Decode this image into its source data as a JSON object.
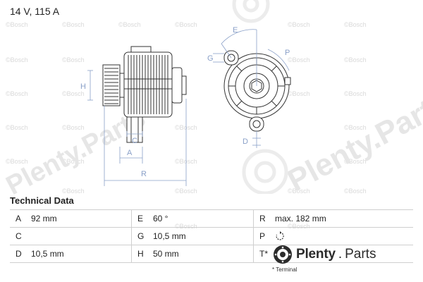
{
  "headline": "14 V, 115 A",
  "watermark_text": "©Bosch",
  "big_watermark": "Plenty.Parts",
  "diagram_labels": {
    "h": "H",
    "c": "C",
    "a": "A",
    "r": "R",
    "e": "E",
    "g": "G",
    "p": "P",
    "d": "D"
  },
  "technical_data": {
    "title": "Technical Data",
    "rows": [
      [
        {
          "key": "A",
          "value": "92 mm"
        },
        {
          "key": "E",
          "value": "60 °"
        },
        {
          "key": "R",
          "value": "max. 182 mm"
        }
      ],
      [
        {
          "key": "C",
          "value": ""
        },
        {
          "key": "G",
          "value": "10,5 mm"
        },
        {
          "key": "P",
          "value": ""
        }
      ],
      [
        {
          "key": "D",
          "value": "10,5 mm"
        },
        {
          "key": "H",
          "value": "50 mm"
        },
        {
          "key": "T*",
          "value": ""
        }
      ]
    ],
    "footnote": "* Terminal"
  },
  "logo": {
    "name": "Plenty",
    "dot": ".",
    "suffix": "Parts"
  },
  "colors": {
    "text": "#222222",
    "line": "#cfcfcf",
    "drawing": "#333333",
    "dimension": "#8aa0c8",
    "watermark": "#d9d9d9"
  }
}
